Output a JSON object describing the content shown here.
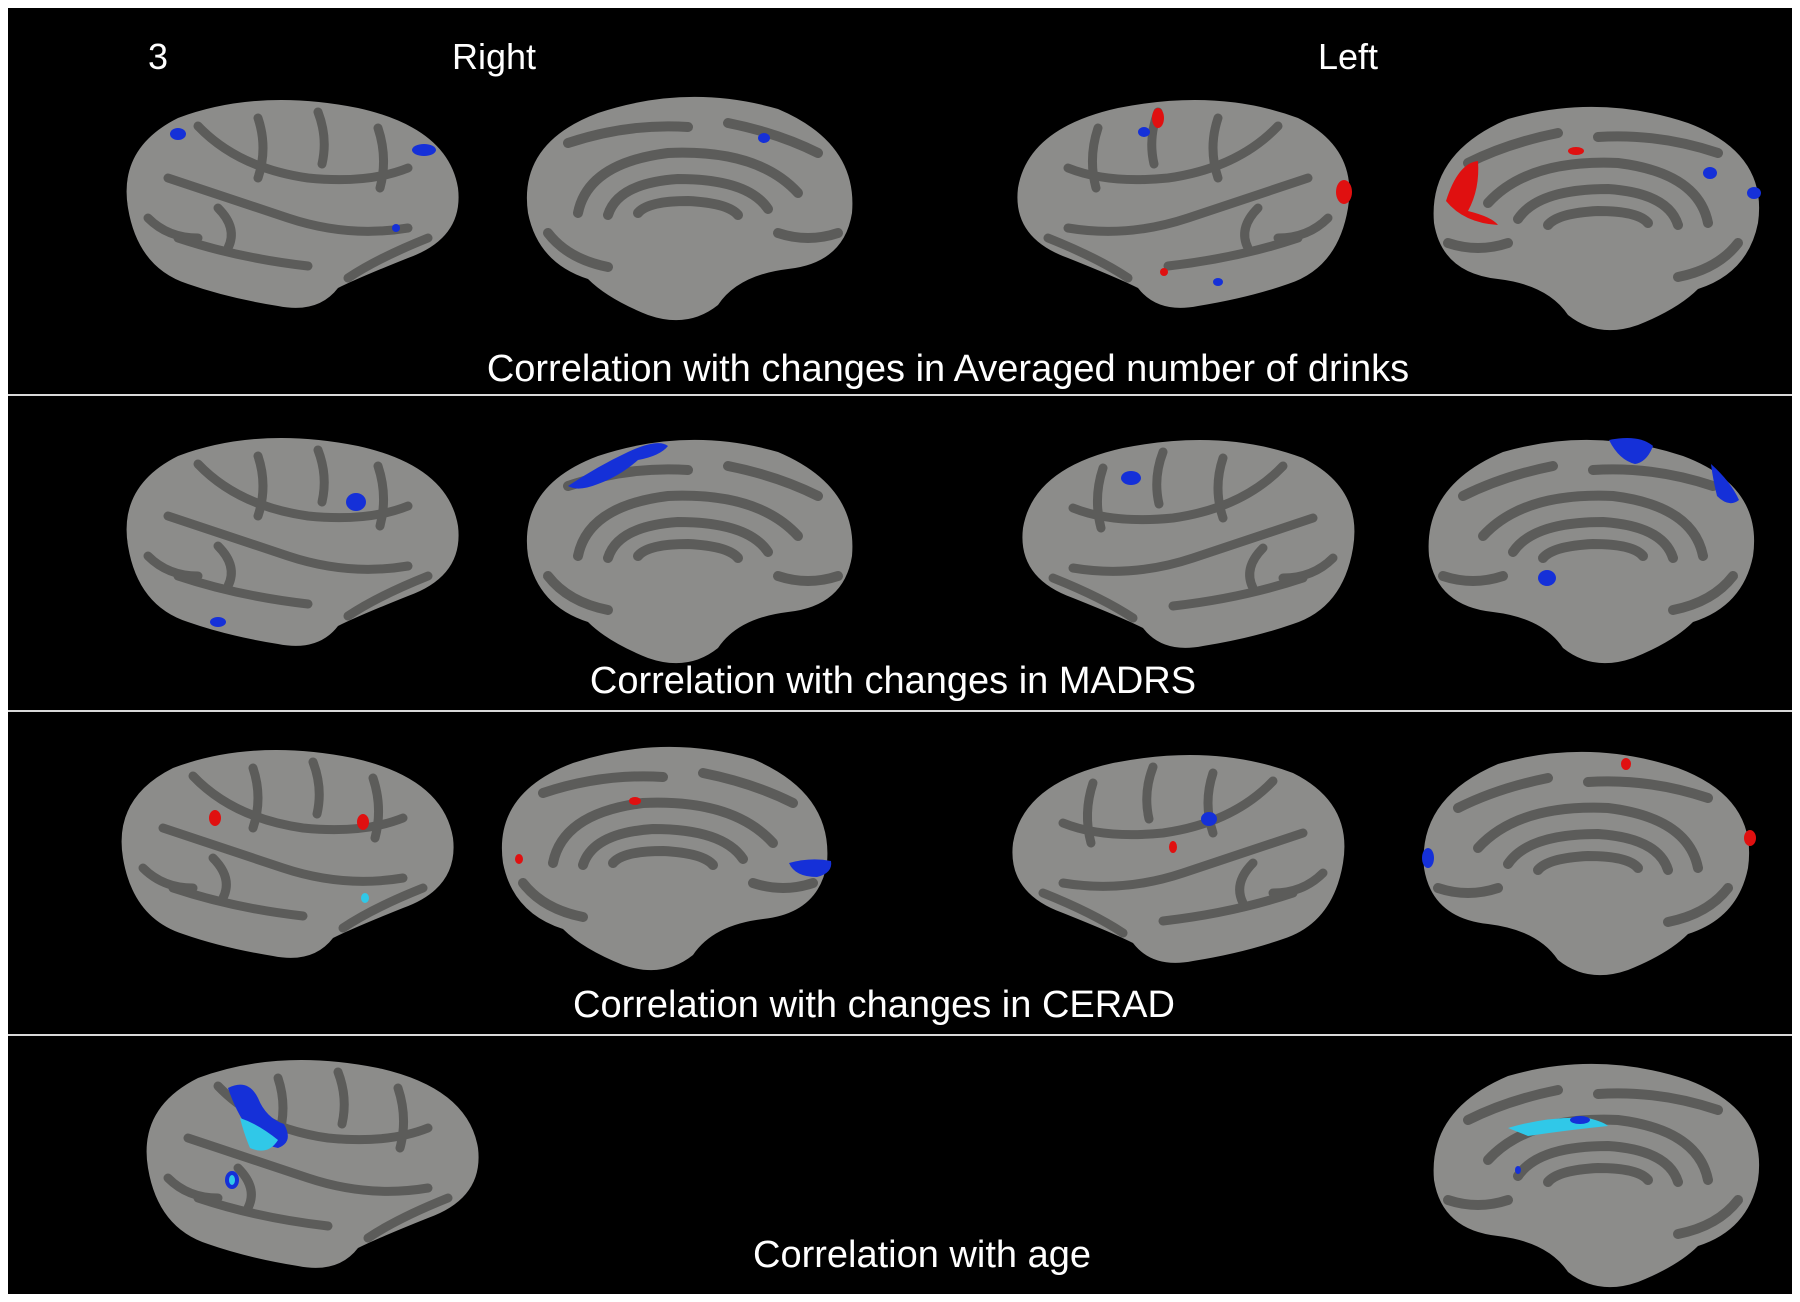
{
  "panel_number": "3",
  "headers": {
    "right": "Right",
    "left": "Left"
  },
  "rows": [
    {
      "caption": "Correlation with changes in Averaged number of drinks"
    },
    {
      "caption": "Correlation with changes in MADRS"
    },
    {
      "caption": "Correlation with changes in CERAD"
    },
    {
      "caption": "Correlation with age"
    }
  ],
  "colors": {
    "background": "#000000",
    "gyri": "#8c8c8a",
    "sulci": "#5c5c5a",
    "positive_correlation": "#e01010",
    "negative_correlation": "#1530d8",
    "strong_negative": "#30c8e8",
    "divider": "#d8d8d8"
  }
}
